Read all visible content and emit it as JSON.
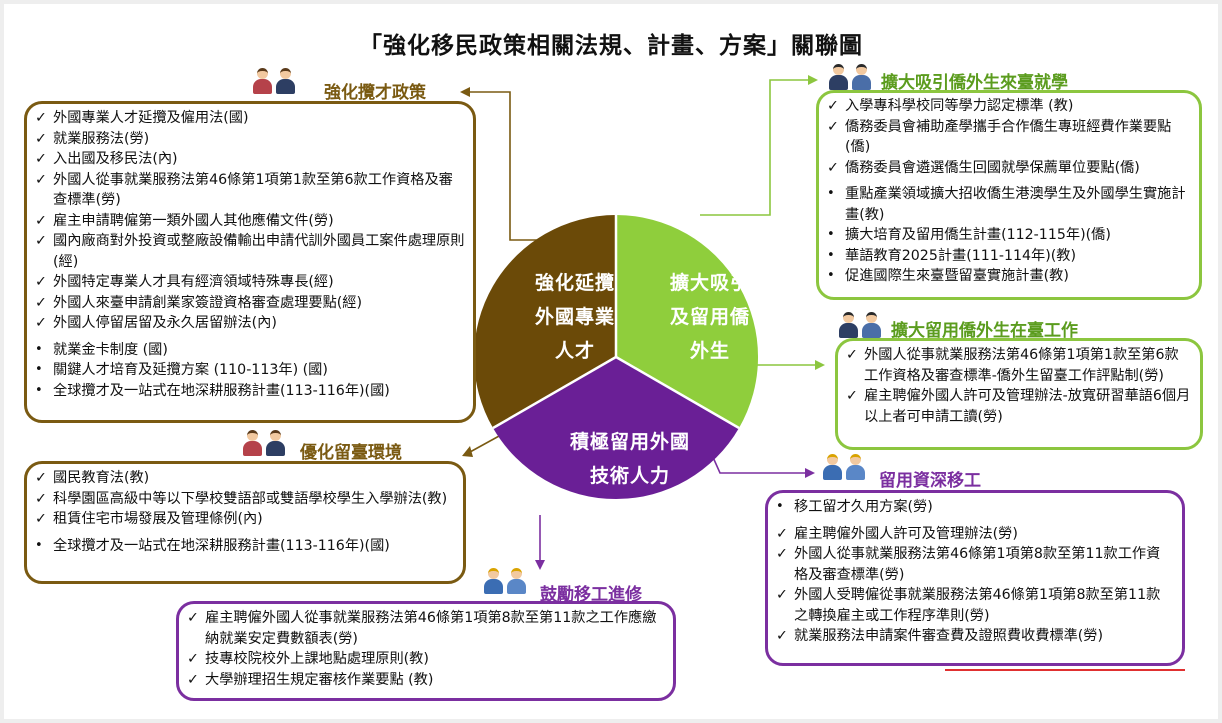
{
  "title": "「強化移民政策相關法規、計畫、方案」關聯圖",
  "pie": {
    "talent": [
      "強化延攬",
      "外國專業",
      "人才"
    ],
    "student": [
      "擴大吸引",
      "及留用僑",
      "外生"
    ],
    "tech": [
      "積極留用外國",
      "技術人力"
    ]
  },
  "headings": {
    "talent_policy": "強化攬才政策",
    "attract_students": "擴大吸引僑外生來臺就學",
    "retain_students": "擴大留用僑外生在臺工作",
    "senior_migrant": "留用資深移工",
    "living_env": "優化留臺環境",
    "migrant_training": "鼓勵移工進修"
  },
  "boxes": {
    "talent_policy": [
      {
        "mark": "✓",
        "text": "外國專業人才延攬及僱用法(國)"
      },
      {
        "mark": "✓",
        "text": "就業服務法(勞)"
      },
      {
        "mark": "✓",
        "text": "入出國及移民法(內)"
      },
      {
        "mark": "✓",
        "text": "外國人從事就業服務法第46條第1項第1款至第6款工作資格及審查標準(勞)"
      },
      {
        "mark": "✓",
        "text": "雇主申請聘僱第一類外國人其他應備文件(勞)"
      },
      {
        "mark": "✓",
        "text": "國內廠商對外投資或整廠設備輸出申請代訓外國員工案件處理原則(經)"
      },
      {
        "mark": "✓",
        "text": "外國特定專業人才具有經濟領域特殊專長(經)"
      },
      {
        "mark": "✓",
        "text": "外國人來臺申請創業家簽證資格審查處理要點(經)"
      },
      {
        "mark": "✓",
        "text": "外國人停留居留及永久居留辦法(內)"
      },
      {
        "mark": "•",
        "text": "就業金卡制度 (國)"
      },
      {
        "mark": "•",
        "text": "關鍵人才培育及延攬方案 (110-113年) (國)"
      },
      {
        "mark": "•",
        "text": "全球攬才及一站式在地深耕服務計畫(113-116年)(國)"
      }
    ],
    "attract_students": [
      {
        "mark": "✓",
        "text": "入學專科學校同等學力認定標準 (教)"
      },
      {
        "mark": "✓",
        "text": "僑務委員會補助產學攜手合作僑生專班經費作業要點(僑)"
      },
      {
        "mark": "✓",
        "text": "僑務委員會遴選僑生回國就學保薦單位要點(僑)"
      },
      {
        "mark": "•",
        "text": "重點產業領域擴大招收僑生港澳學生及外國學生實施計畫(教)"
      },
      {
        "mark": "•",
        "text": "擴大培育及留用僑生計畫(112-115年)(僑)"
      },
      {
        "mark": "•",
        "text": "華語教育2025計畫(111-114年)(教)"
      },
      {
        "mark": "•",
        "text": "促進國際生來臺暨留臺實施計畫(教)"
      }
    ],
    "retain_students": [
      {
        "mark": "✓",
        "text": "外國人從事就業服務法第46條第1項第1款至第6款工作資格及審查標準-僑外生留臺工作評點制(勞)"
      },
      {
        "mark": "✓",
        "text": "雇主聘僱外國人許可及管理辦法-放寬研習華語6個月以上者可申請工讀(勞)"
      }
    ],
    "senior_migrant": [
      {
        "mark": "•",
        "text": "移工留才久用方案(勞)"
      },
      {
        "mark": "✓",
        "text": "雇主聘僱外國人許可及管理辦法(勞)"
      },
      {
        "mark": "✓",
        "text": "外國人從事就業服務法第46條第1項第8款至第11款工作資格及審查標準(勞)"
      },
      {
        "mark": "✓",
        "text": "外國人受聘僱從事就業服務法第46條第1項第8款至第11款之轉換雇主或工作程序準則(勞)"
      },
      {
        "mark": "✓",
        "text": "就業服務法申請案件審查費及證照費收費標準(勞)"
      }
    ],
    "living_env": [
      {
        "mark": "✓",
        "text": "國民教育法(教)"
      },
      {
        "mark": "✓",
        "text": "科學園區高級中等以下學校雙語部或雙語學校學生入學辦法(教)"
      },
      {
        "mark": "✓",
        "text": "租賃住宅市場發展及管理條例(內)"
      },
      {
        "mark": "•",
        "text": "全球攬才及一站式在地深耕服務計畫(113-116年)(國)"
      }
    ],
    "migrant_training": [
      {
        "mark": "✓",
        "text": "雇主聘僱外國人從事就業服務法第46條第1項第8款至第11款之工作應繳納就業安定費數額表(勞)"
      },
      {
        "mark": "✓",
        "text": "技專校院校外上課地點處理原則(教)"
      },
      {
        "mark": "✓",
        "text": "大學辦理招生規定審核作業要點 (教)"
      }
    ]
  },
  "colors": {
    "brown": "#7a5a12",
    "green": "#8cc63f",
    "purple": "#7b2fa0",
    "pie_brown": "#6b4a08",
    "pie_green": "#8fce3c",
    "pie_purple": "#6a1f96"
  }
}
